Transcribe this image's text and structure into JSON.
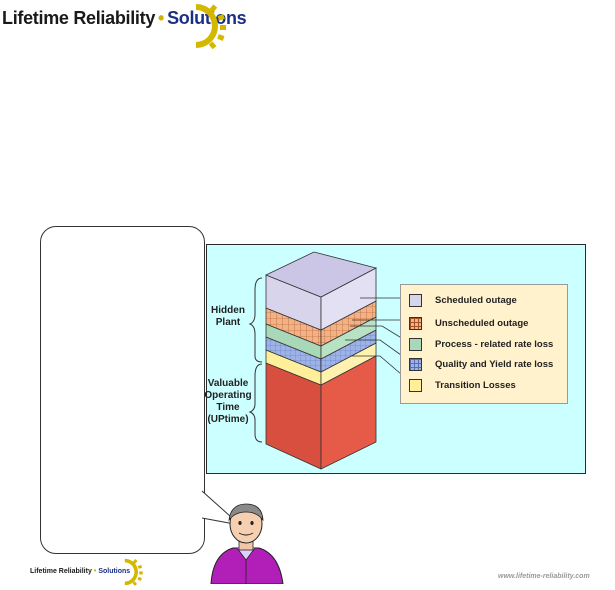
{
  "header": {
    "brand_part1": "Lifetime Reliability",
    "brand_dot": "•",
    "brand_part2": "Solutions"
  },
  "diagram": {
    "hidden_plant_line1": "Hidden",
    "hidden_plant_line2": "Plant",
    "uptime_line1": "Valuable",
    "uptime_line2": "Operating",
    "uptime_line3": "Time",
    "uptime_line4": "(UPtime)",
    "legend": [
      {
        "label": "Scheduled outage",
        "color": "#d8d4ec"
      },
      {
        "label": "Unscheduled outage",
        "color": "#f4b183"
      },
      {
        "label": "Process - related rate loss",
        "color": "#a9d8b8"
      },
      {
        "label": "Quality and Yield rate loss",
        "color": "#9db3e8"
      },
      {
        "label": "Transition Losses",
        "color": "#ffef9a"
      }
    ]
  },
  "footer": {
    "brand_part1": "Lifetime Reliability",
    "brand_dot": "•",
    "brand_part2": "Solutions",
    "url": "www.lifetime-reliability.com"
  }
}
